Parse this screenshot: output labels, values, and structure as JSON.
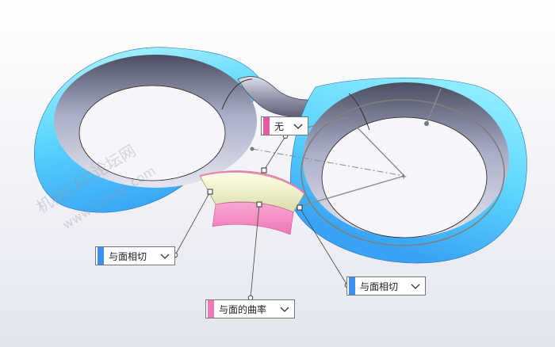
{
  "colors": {
    "face_tangent": "#3d8ff0",
    "curvature": "#f07ab8",
    "none": "#e95aa6",
    "torus_light": "#8ff0ff",
    "torus_dark": "#2a9cf0"
  },
  "callouts": {
    "top": {
      "label": "无",
      "color": "#e95aa6"
    },
    "left": {
      "label": "与面相切",
      "color": "#3d8ff0"
    },
    "right": {
      "label": "与面相切",
      "color": "#3d8ff0"
    },
    "bottom": {
      "label": "与面的曲率",
      "color": "#f07ab8"
    }
  },
  "watermark": {
    "line1": "机械CAD论坛网",
    "line2": "www.jixiege.com"
  }
}
